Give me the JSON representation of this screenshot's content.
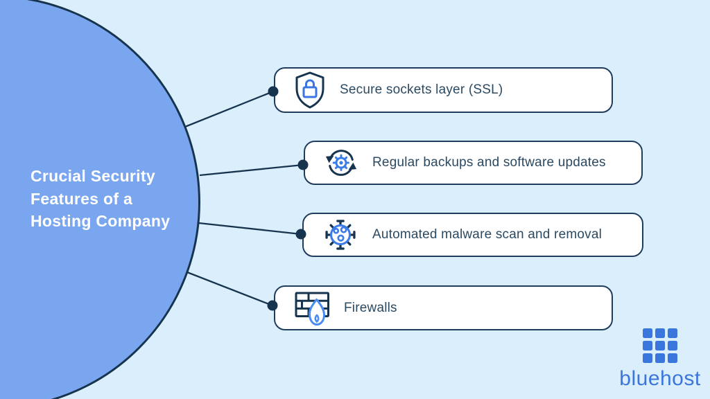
{
  "title": "Crucial Security\nFeatures of a\nHosting Company",
  "features": [
    {
      "label": "Secure sockets layer (SSL)",
      "icon": "shield-lock-icon"
    },
    {
      "label": "Regular backups and software updates",
      "icon": "backup-sync-gear-icon"
    },
    {
      "label": "Automated malware scan and removal",
      "icon": "malware-virus-icon"
    },
    {
      "label": "Firewalls",
      "icon": "firewall-brick-flame-icon"
    }
  ],
  "brand": {
    "name": "bluehost"
  },
  "colors": {
    "background": "#dbeefb",
    "circle_fill": "#7aa6f0",
    "outline_navy": "#17344f",
    "card_border": "#1e3d5e",
    "card_text": "#2b4961",
    "icon_blue": "#3b7ce8",
    "flame_blue": "#4a8df2",
    "brand_blue": "#3b76dd",
    "title_text": "#ffffff"
  }
}
